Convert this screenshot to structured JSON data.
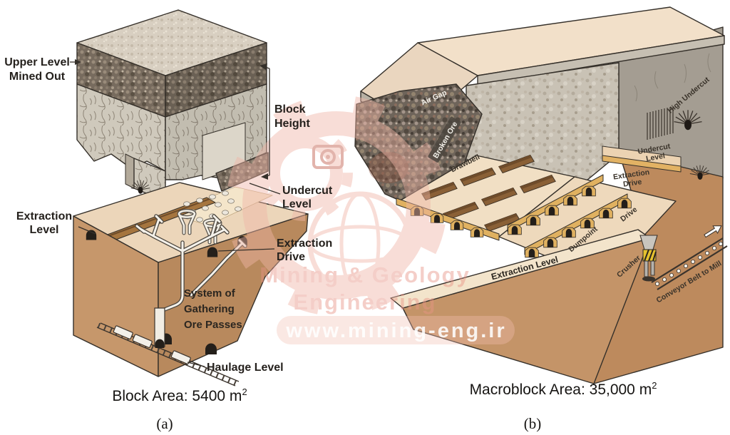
{
  "figure": {
    "watermark": {
      "line1": "Mining & Geology",
      "line2": "Engineering",
      "url": "www.mining-eng.ir"
    },
    "panel_a": {
      "caption": "Block Area: 5400 m",
      "caption_sup": "2",
      "tag": "(a)",
      "labels": {
        "upper1": "Upper Level",
        "upper2": "Mined Out",
        "height1": "Block",
        "height2": "Height",
        "undercut1": "Undercut",
        "undercut2": "Level",
        "extlevel1": "Extraction",
        "extlevel2": "Level",
        "extdrive1": "Extraction",
        "extdrive2": "Drive",
        "gather1": "System of",
        "gather2": "Gathering",
        "gather3": "Ore Passes",
        "haulage": "Haulage Level"
      }
    },
    "panel_b": {
      "caption": "Macroblock Area: 35,000 m",
      "caption_sup": "2",
      "tag": "(b)",
      "labels": {
        "airgap": "Air Gap",
        "brokenore": "Broken Ore",
        "drawbell": "Drawbell",
        "highundercut": "High Undercut",
        "undercut1": "Undercut",
        "undercut2": "Level",
        "extdrive1": "Extraction",
        "extdrive2": "Drive",
        "drive": "Drive",
        "dumpoint": "Dumpoint",
        "extlevel": "Extraction Level",
        "crusher": "Crusher",
        "conveyor": "Conveyor Belt to Mill"
      }
    },
    "colors": {
      "accent_pink": "#e89486",
      "rock_tan": "#c49468",
      "gold": "#e0b160",
      "label_ink": "#25211d"
    }
  }
}
